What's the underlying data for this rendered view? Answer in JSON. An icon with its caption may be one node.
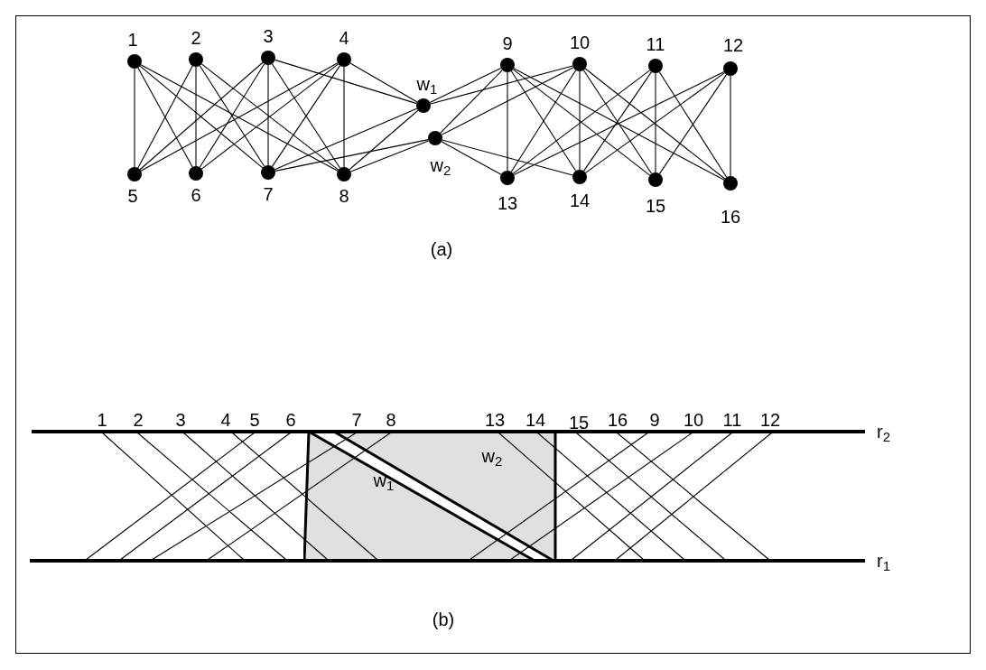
{
  "diagram": {
    "nodes": [
      {
        "text": [
          "1"
        ]
      },
      {
        "text": [
          "2"
        ]
      },
      {
        "text": [
          "3"
        ]
      },
      {
        "text": [
          "4"
        ]
      },
      {
        "text": [
          "5"
        ]
      },
      {
        "text": [
          "6"
        ]
      },
      {
        "text": [
          "7"
        ]
      },
      {
        "text": [
          "8"
        ]
      },
      {
        "text": [
          "9"
        ]
      },
      {
        "text": [
          "10"
        ]
      },
      {
        "text": [
          "11"
        ]
      },
      {
        "text": [
          "12"
        ]
      },
      {
        "text": [
          "13"
        ]
      },
      {
        "text": [
          "14"
        ]
      },
      {
        "text": [
          "15"
        ]
      },
      {
        "text": [
          "16"
        ]
      },
      {
        "text": [
          "w$_{1}$"
        ]
      },
      {
        "text": [
          "w$_{2}$"
        ]
      },
      {
        "text": [
          "w$_{1}$"
        ]
      },
      {
        "text": [
          "w$_{2}$"
        ]
      }
    ],
    "edges": [
      {
        "from": 0,
        "to": 4,
        "arrow": "none"
      },
      {
        "from": 0,
        "to": 5,
        "arrow": "none"
      },
      {
        "from": 0,
        "to": 6,
        "arrow": "none"
      },
      {
        "from": 0,
        "to": 7,
        "arrow": "none"
      },
      {
        "from": 1,
        "to": 4,
        "arrow": "none"
      },
      {
        "from": 1,
        "to": 5,
        "arrow": "none"
      },
      {
        "from": 1,
        "to": 6,
        "arrow": "none"
      },
      {
        "from": 1,
        "to": 7,
        "arrow": "none"
      },
      {
        "from": 2,
        "to": 4,
        "arrow": "none"
      },
      {
        "from": 2,
        "to": 5,
        "arrow": "none"
      },
      {
        "from": 2,
        "to": 6,
        "arrow": "none"
      },
      {
        "from": 2,
        "to": 7,
        "arrow": "none"
      },
      {
        "from": 3,
        "to": 4,
        "arrow": "none"
      },
      {
        "from": 3,
        "to": 5,
        "arrow": "none"
      },
      {
        "from": 3,
        "to": 6,
        "arrow": "none"
      },
      {
        "from": 3,
        "to": 7,
        "arrow": "none"
      },
      {
        "from": 2,
        "to": 16,
        "arrow": "none"
      },
      {
        "from": 3,
        "to": 16,
        "arrow": "none"
      },
      {
        "from": 6,
        "to": 16,
        "arrow": "none"
      },
      {
        "from": 7,
        "to": 16,
        "arrow": "none"
      },
      {
        "from": 6,
        "to": 17,
        "arrow": "none"
      },
      {
        "from": 7,
        "to": 17,
        "arrow": "none"
      },
      {
        "from": 16,
        "to": 8,
        "arrow": "none"
      },
      {
        "from": 16,
        "to": 9,
        "arrow": "none"
      },
      {
        "from": 17,
        "to": 8,
        "arrow": "none"
      },
      {
        "from": 17,
        "to": 9,
        "arrow": "none"
      },
      {
        "from": 17,
        "to": 12,
        "arrow": "none"
      },
      {
        "from": 17,
        "to": 13,
        "arrow": "none"
      },
      {
        "from": 8,
        "to": 12,
        "arrow": "none"
      },
      {
        "from": 8,
        "to": 13,
        "arrow": "none"
      },
      {
        "from": 8,
        "to": 14,
        "arrow": "none"
      },
      {
        "from": 8,
        "to": 15,
        "arrow": "none"
      },
      {
        "from": 9,
        "to": 12,
        "arrow": "none"
      },
      {
        "from": 9,
        "to": 13,
        "arrow": "none"
      },
      {
        "from": 9,
        "to": 14,
        "arrow": "none"
      },
      {
        "from": 9,
        "to": 15,
        "arrow": "none"
      },
      {
        "from": 10,
        "to": 12,
        "arrow": "none"
      },
      {
        "from": 10,
        "to": 13,
        "arrow": "none"
      },
      {
        "from": 10,
        "to": 14,
        "arrow": "none"
      },
      {
        "from": 10,
        "to": 15,
        "arrow": "none"
      },
      {
        "from": 11,
        "to": 12,
        "arrow": "none"
      },
      {
        "from": 11,
        "to": 13,
        "arrow": "none"
      },
      {
        "from": 11,
        "to": 14,
        "arrow": "none"
      },
      {
        "from": 11,
        "to": 15,
        "arrow": "none"
      }
    ],
    "labels": [
      "(a)",
      "1",
      "2",
      "3",
      "4",
      "5",
      "6",
      "7",
      "8",
      "13",
      "14",
      "15",
      "16",
      "9",
      "10",
      "11",
      "12",
      "r$_{2}$",
      "r$_{1}$",
      "(b)"
    ]
  }
}
